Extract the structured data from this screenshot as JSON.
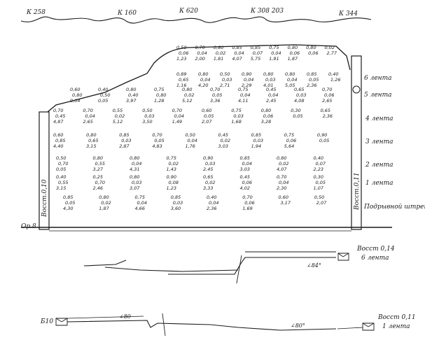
{
  "shaft_labels": [
    "К 258",
    "К 160",
    "К 620",
    "К 308 203",
    "К 344"
  ],
  "belt_labels": [
    "6 лента",
    "5 лента",
    "4 лента",
    "3 лента",
    "2 лента",
    "1 лента"
  ],
  "side_left": "Восст.0,10",
  "side_right": "Восст.0,11",
  "haulage_label": "Подрывной штрек",
  "origin_label": "Ор.8",
  "strip1": {
    "vosst": "Восст 0,14",
    "belt": "6 лента",
    "dip": "∠84°"
  },
  "strip2": {
    "origin": "Б10",
    "dip_a": "∠80",
    "dip_b": "∠80°",
    "vosst": "Восст 0,11",
    "belt": "1 лента"
  },
  "measurements": {
    "top": [
      "0,50",
      "0,70",
      "0,80",
      "0,85",
      "0,85",
      "0,75",
      "0,80",
      "0,80",
      "0,02",
      "0,06",
      "0,04",
      "0,02",
      "0,04",
      "0,07",
      "0,04",
      "0,06",
      "0,06",
      "2,77",
      "1,23",
      "2,00",
      "1,81",
      "4,07",
      "5,75",
      "1,91",
      "1,87"
    ],
    "row1": [
      "0,89",
      "0,80",
      "0,50",
      "0,90",
      "0,80",
      "0,80",
      "0,85",
      "0,40",
      "0,65",
      "0,04",
      "0,03",
      "0,04",
      "0,03",
      "0,04",
      "0,05",
      "1,26",
      "1,16",
      "4,20",
      "2,71",
      "2,29",
      "4,01",
      "5,05",
      "2,36"
    ],
    "row2": [
      "0,60",
      "0,40",
      "0,80",
      "0,75",
      "0,80",
      "0,70",
      "0,75",
      "0,45",
      "0,65",
      "0,70",
      "0,80",
      "0,50",
      "0,40",
      "0,80",
      "0,02",
      "0,05",
      "0,04",
      "0,04",
      "0,03",
      "0,06",
      "0,04",
      "0,05",
      "3,97",
      "1,28",
      "5,12",
      "3,36",
      "4,11",
      "2,45",
      "4,08",
      "2,65"
    ],
    "row3": [
      "0,70",
      "0,70",
      "0,55",
      "0,50",
      "0,70",
      "0,60",
      "0,75",
      "0,80",
      "0,30",
      "0,65",
      "0,45",
      "0,04",
      "0,02",
      "0,03",
      "0,04",
      "0,05",
      "0,03",
      "0,06",
      "0,05",
      "2,36",
      "4,87",
      "2,65",
      "5,12",
      "3,50",
      "1,49",
      "2,07",
      "1,68",
      "3,28"
    ],
    "row4": [
      "0,60",
      "0,80",
      "0,85",
      "0,70",
      "0,50",
      "0,45",
      "0,85",
      "0,75",
      "0,90",
      "0,85",
      "0,65",
      "0,03",
      "0,05",
      "0,04",
      "0,02",
      "0,03",
      "0,06",
      "0,05",
      "4,40",
      "3,15",
      "2,87",
      "4,83",
      "1,76",
      "3,03",
      "1,94",
      "5,64"
    ],
    "row5": [
      "0,50",
      "0,80",
      "0,80",
      "0,75",
      "0,90",
      "0,85",
      "0,80",
      "0,40",
      "0,70",
      "0,55",
      "0,04",
      "0,02",
      "0,03",
      "0,04",
      "0,02",
      "0,07",
      "0,05",
      "3,27",
      "4,31",
      "1,43",
      "2,45",
      "3,03",
      "4,07",
      "2,23"
    ],
    "row6": [
      "0,40",
      "0,25",
      "0,80",
      "0,90",
      "0,65",
      "0,45",
      "0,70",
      "0,30",
      "0,55",
      "0,70",
      "0,03",
      "0,08",
      "0,02",
      "0,06",
      "0,04",
      "0,05",
      "3,15",
      "2,46",
      "3,07",
      "1,23",
      "3,33",
      "4,02",
      "2,30",
      "1,07"
    ],
    "row7": [
      "0,85",
      "0,80",
      "0,75",
      "0,85",
      "0,40",
      "0,70",
      "0,60",
      "0,50",
      "0,05",
      "0,02",
      "0,04",
      "0,03",
      "0,04",
      "0,06",
      "3,17",
      "2,07",
      "4,30",
      "1,87",
      "4,66",
      "3,60",
      "2,36",
      "1,69"
    ]
  }
}
